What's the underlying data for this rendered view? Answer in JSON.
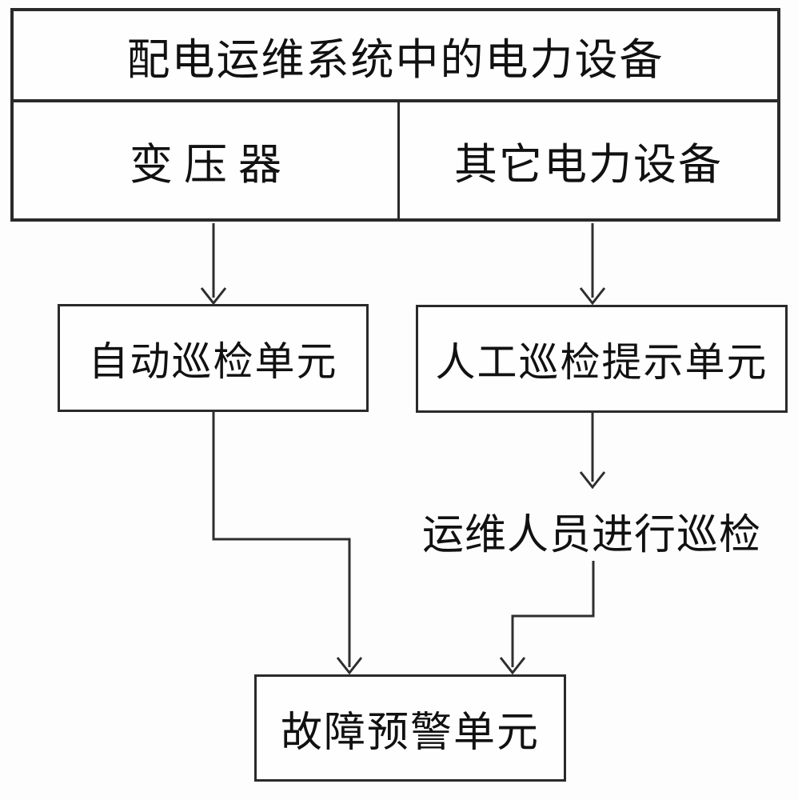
{
  "diagram_type": "flowchart",
  "colors": {
    "background": "#fdfdfd",
    "line": "#2e2e2e",
    "text": "#111111",
    "box_fill": "#fefefe"
  },
  "nodes": {
    "power_equipment": {
      "label": "配电运维系统中的电力设备"
    },
    "transformer": {
      "label": "变压器"
    },
    "other_equipment": {
      "label": "其它电力设备"
    },
    "auto_inspection": {
      "label": "自动巡检单元"
    },
    "manual_inspection": {
      "label": "人工巡检提示单元"
    },
    "personnel_inspection": {
      "label": "运维人员进行巡检"
    },
    "fault_warning": {
      "label": "故障预警单元"
    }
  },
  "connections": [
    {
      "from": "transformer",
      "to": "auto_inspection"
    },
    {
      "from": "other_equipment",
      "to": "manual_inspection"
    },
    {
      "from": "manual_inspection",
      "to": "personnel_inspection"
    },
    {
      "from": "personnel_inspection",
      "to": "fault_warning"
    },
    {
      "from": "auto_inspection",
      "to": "fault_warning"
    }
  ]
}
